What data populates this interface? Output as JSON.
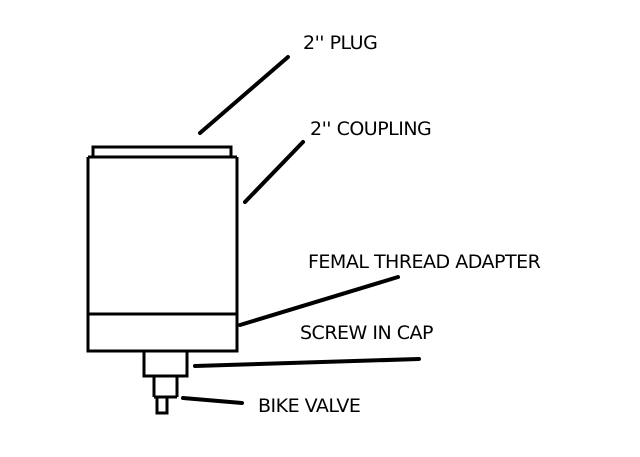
{
  "diagram": {
    "labels": {
      "plug": "2'' PLUG",
      "coupling": "2'' COUPLING",
      "adapter": "FEMAL THREAD ADAPTER",
      "screw_cap": "SCREW IN CAP",
      "bike_valve": "BIKE VALVE"
    }
  },
  "colors": {
    "stroke": "#000000",
    "background": "#ffffff"
  }
}
